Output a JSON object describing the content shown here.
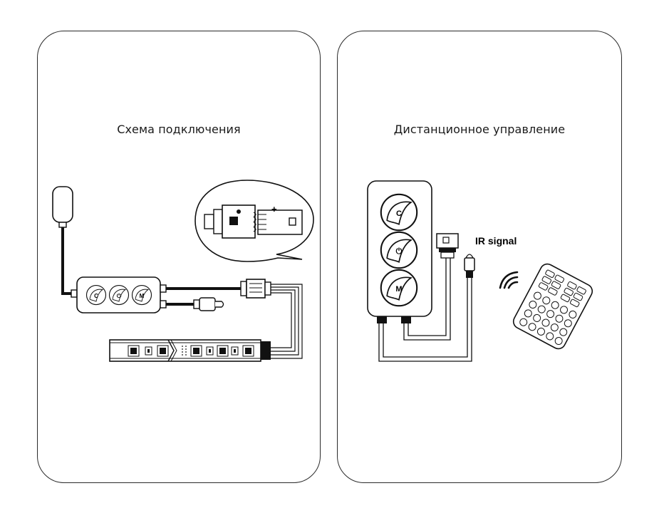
{
  "left_panel": {
    "title": "Схема подключения",
    "controller_buttons": [
      "C",
      "⏻",
      "M"
    ]
  },
  "right_panel": {
    "title": "Дистанционное управление",
    "controller_buttons": [
      "C",
      "⏻",
      "M"
    ],
    "ir_label": "IR signal"
  },
  "connector_detail": {
    "plus_label": "+"
  },
  "colors": {
    "stroke": "#111111",
    "panel_border": "#2a2a2a",
    "background": "#ffffff"
  }
}
